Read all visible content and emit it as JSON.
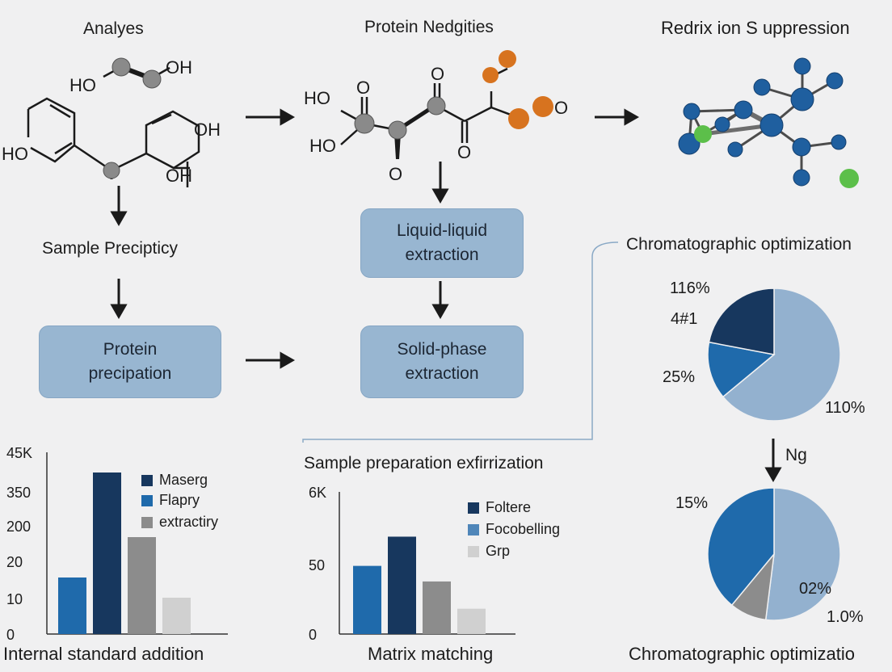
{
  "colors": {
    "box_fill": "#98b6d1",
    "navy": "#17375e",
    "medium_blue": "#1f6aab",
    "steel_blue": "#4f86b9",
    "light_blue": "#93b1cf",
    "gray": "#8c8c8c",
    "light_gray": "#d0d0d0",
    "orange": "#d7731f",
    "green": "#5cbf4a",
    "atom_gray": "#8a8a8a"
  },
  "labels": {
    "analytes": "Analyes",
    "protein_neg": "Protein Nedgities",
    "redrix": "Redrix ion S uppression",
    "sample_precip": "Sample Precipticy",
    "chrom_top": "Chromatographic optimization",
    "sample_prep": "Sample preparation exfirrization",
    "ng": "Ng",
    "internal_std": "Internal standard addition",
    "matrix": "Matrix matching",
    "chrom_bottom": "Chromatographic optimizatio"
  },
  "boxes": {
    "protein_precipitation": "Protein\nprecipation",
    "liquid_liquid": "Liquid-liquid\nextraction",
    "solid_phase": "Solid-phase\nextraction"
  },
  "molecule_labels": {
    "a_ho1": "HO",
    "a_oh1": "OH",
    "a_ho2": "HO",
    "a_oh2": "OH",
    "a_oh3": "OH",
    "p_ho1": "HO",
    "p_ho2": "HO",
    "p_o1": "O",
    "p_o2": "O",
    "p_o3": "O",
    "p_o4": "O",
    "p_o5": "O"
  },
  "chart_data": [
    {
      "type": "bar",
      "title": "",
      "xlabel": "Internal standard addition",
      "ylabel": "",
      "y_ticks": [
        "45K",
        "350",
        "200",
        "20",
        "10",
        "0"
      ],
      "series": [
        {
          "name": "Maserg",
          "values": [
            40
          ]
        },
        {
          "name": "Flapry",
          "values": [
            14
          ]
        },
        {
          "name": "extractiry",
          "values": [
            24
          ]
        }
      ],
      "bars": [
        {
          "series": "Flapry",
          "value": 14
        },
        {
          "series": "Maserg",
          "value": 40
        },
        {
          "series": "extractiry",
          "value": 24
        },
        {
          "series": "light",
          "value": 9
        }
      ],
      "ylim": [
        0,
        45
      ]
    },
    {
      "type": "bar",
      "title": "",
      "xlabel": "Matrix matching",
      "ylabel": "",
      "y_ticks": [
        "6K",
        "50",
        "0"
      ],
      "series": [
        {
          "name": "Foltere",
          "values": [
            50
          ]
        },
        {
          "name": "Focobelling",
          "values": [
            35
          ]
        },
        {
          "name": "Grp",
          "values": [
            27
          ]
        }
      ],
      "bars": [
        {
          "series": "Focobelling",
          "value": 35
        },
        {
          "series": "Foltere",
          "value": 50
        },
        {
          "series": "Grp",
          "value": 27
        },
        {
          "series": "light",
          "value": 13
        }
      ],
      "ylim": [
        0,
        73
      ]
    },
    {
      "type": "pie",
      "title": "Chromatographic optimization",
      "labels": [
        "116%",
        "4#1",
        "25%",
        "110%"
      ],
      "slices": [
        {
          "color": "light_blue",
          "value": 64
        },
        {
          "color": "medium_blue",
          "value": 14
        },
        {
          "color": "navy",
          "value": 22
        }
      ]
    },
    {
      "type": "pie",
      "title": "Chromatographic optimizatio",
      "labels": [
        "15%",
        "02%",
        "1.0%"
      ],
      "slices": [
        {
          "color": "light_blue",
          "value": 52
        },
        {
          "color": "gray",
          "value": 9
        },
        {
          "color": "medium_blue",
          "value": 39
        }
      ]
    }
  ]
}
